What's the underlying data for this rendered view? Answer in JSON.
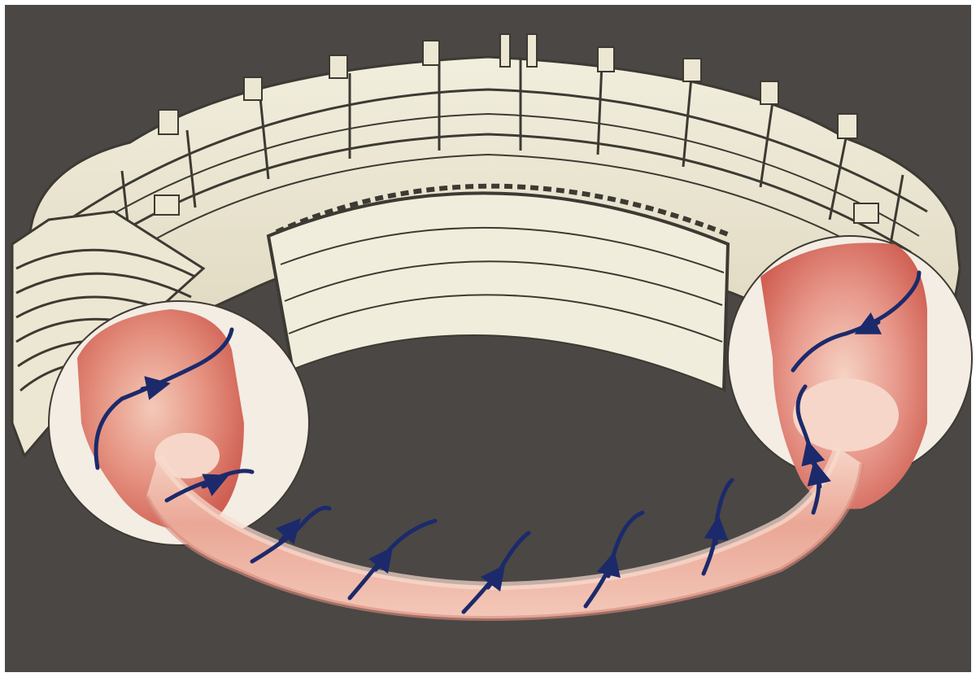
{
  "colors": {
    "page": "#ffffff",
    "background": "#4a4745",
    "structure": "#ece7d2",
    "structure_shade": "#d8d2ba",
    "structure_line": "#3d3a33",
    "plasma_light": "#f6d3c6",
    "plasma_mid": "#e8a090",
    "plasma_dark": "#d4695a",
    "cut_face": "#f3ede3",
    "field_line": "#1c2a6b"
  },
  "objects": {
    "device": "tokamak",
    "plasma": "toroidal-plasma",
    "field_line": "helical-magnetic-field-line",
    "field_line_arrow_count": 10
  }
}
